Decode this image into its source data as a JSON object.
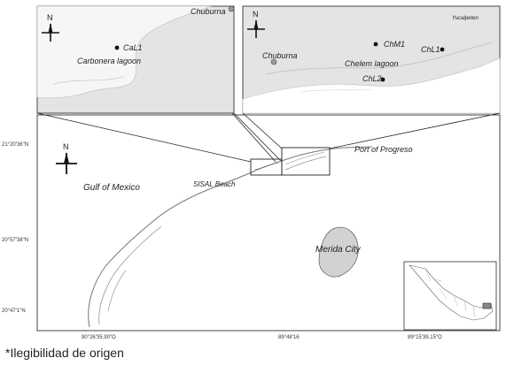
{
  "inset_left": {
    "north": "N",
    "top_label": "Chuburna",
    "site": "CaL1",
    "lagoon": "Carbonera lagoon"
  },
  "inset_right": {
    "north": "N",
    "town": "Chuburna",
    "corner_label": "Yucalpeten",
    "sites": [
      "ChM1",
      "ChL1",
      "ChL2"
    ],
    "lagoon": "Chelem lagoon"
  },
  "main_map": {
    "north": "N",
    "gulf": "Gulf of Mexico",
    "beach": "SISAL Beach",
    "port": "Port of Progreso",
    "city": "Merida City",
    "lat_ticks": [
      "21°20'36\"N",
      "20°57'38\"N",
      "20°47'1\"N"
    ],
    "lon_ticks": [
      "90°26'35.90\"O",
      "89°48'16",
      "89°15'39.15\"O"
    ]
  },
  "caption": "*Ilegibilidad de origen",
  "colors": {
    "land": "#e4e4e4",
    "lagoon": "#ffffff",
    "city": "#d2d2d2",
    "line": "#333333"
  }
}
